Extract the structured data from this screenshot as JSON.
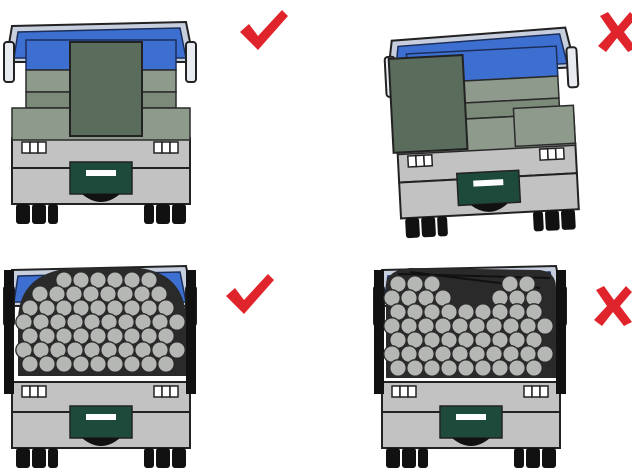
{
  "colors": {
    "cab_blue": "#3d6fd0",
    "cab_frame": "#b9c1d6",
    "cargo_dark": "#5a6d5d",
    "cargo_light": "#8e9b8c",
    "truck_grey": "#c2c2c2",
    "plate_green": "#1d4a3a",
    "tire": "#111111",
    "log_fill": "#b5b7b4",
    "check_red": "#e0242c"
  },
  "panels": [
    {
      "id": "top-left",
      "load": "box-centered",
      "verdict": "correct",
      "verdict_icon": "check-mark-icon"
    },
    {
      "id": "top-right",
      "load": "box-offset",
      "verdict": "incorrect",
      "verdict_icon": "cross-mark-icon"
    },
    {
      "id": "bottom-left",
      "load": "logs-full",
      "verdict": "correct",
      "verdict_icon": "check-mark-icon"
    },
    {
      "id": "bottom-right",
      "load": "logs-gap",
      "verdict": "incorrect",
      "verdict_icon": "cross-mark-icon"
    }
  ]
}
